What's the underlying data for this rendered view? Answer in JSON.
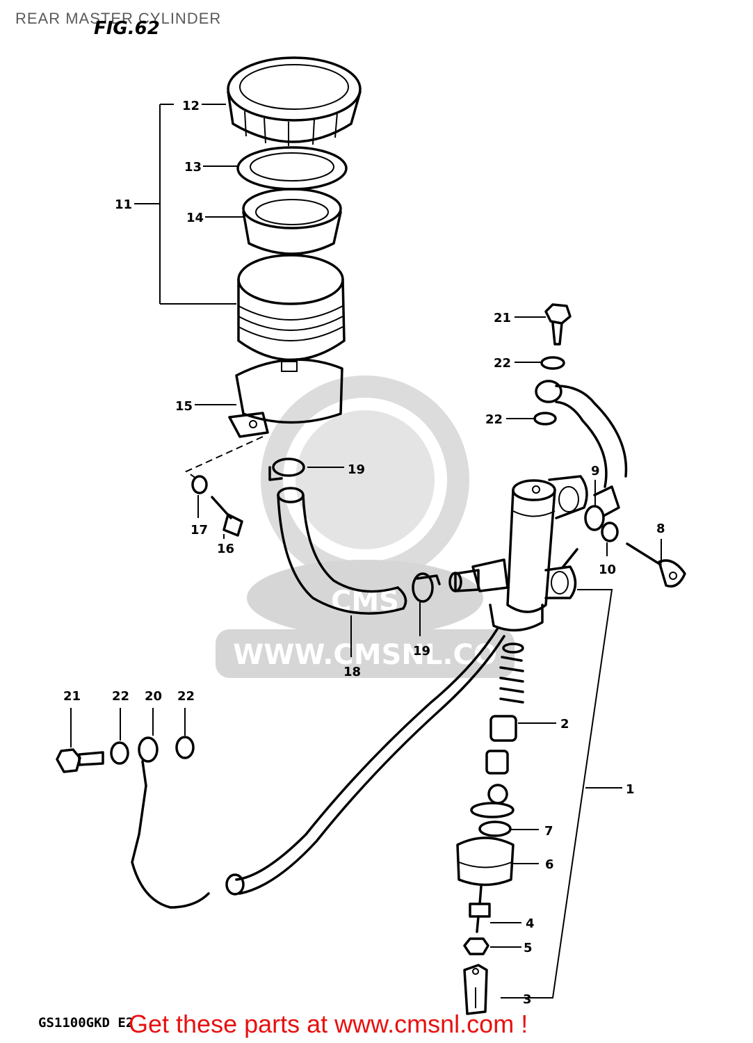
{
  "header": {
    "title": "REAR MASTER CYLINDER",
    "figure": "FIG.62"
  },
  "watermark": {
    "text": "WWW.CMSNL.CO",
    "logo": "CMS"
  },
  "callouts": {
    "c1": "1",
    "c2": "2",
    "c3": "3",
    "c4": "4",
    "c5": "5",
    "c6": "6",
    "c7": "7",
    "c8": "8",
    "c9": "9",
    "c10": "10",
    "c11": "11",
    "c12": "12",
    "c13": "13",
    "c14": "14",
    "c15": "15",
    "c16": "16",
    "c17": "17",
    "c18": "18",
    "c19a": "19",
    "c19b": "19",
    "c20": "20",
    "c21a": "21",
    "c21b": "21",
    "c22a": "22",
    "c22b": "22",
    "c22c": "22",
    "c22d": "22"
  },
  "footer": {
    "model_code": "GS1100GKD E2",
    "cta": "Get these parts at www.cmsnl.com !"
  },
  "colors": {
    "ink": "#000000",
    "cta": "#e81010",
    "watermark": "#dcdcdc"
  }
}
